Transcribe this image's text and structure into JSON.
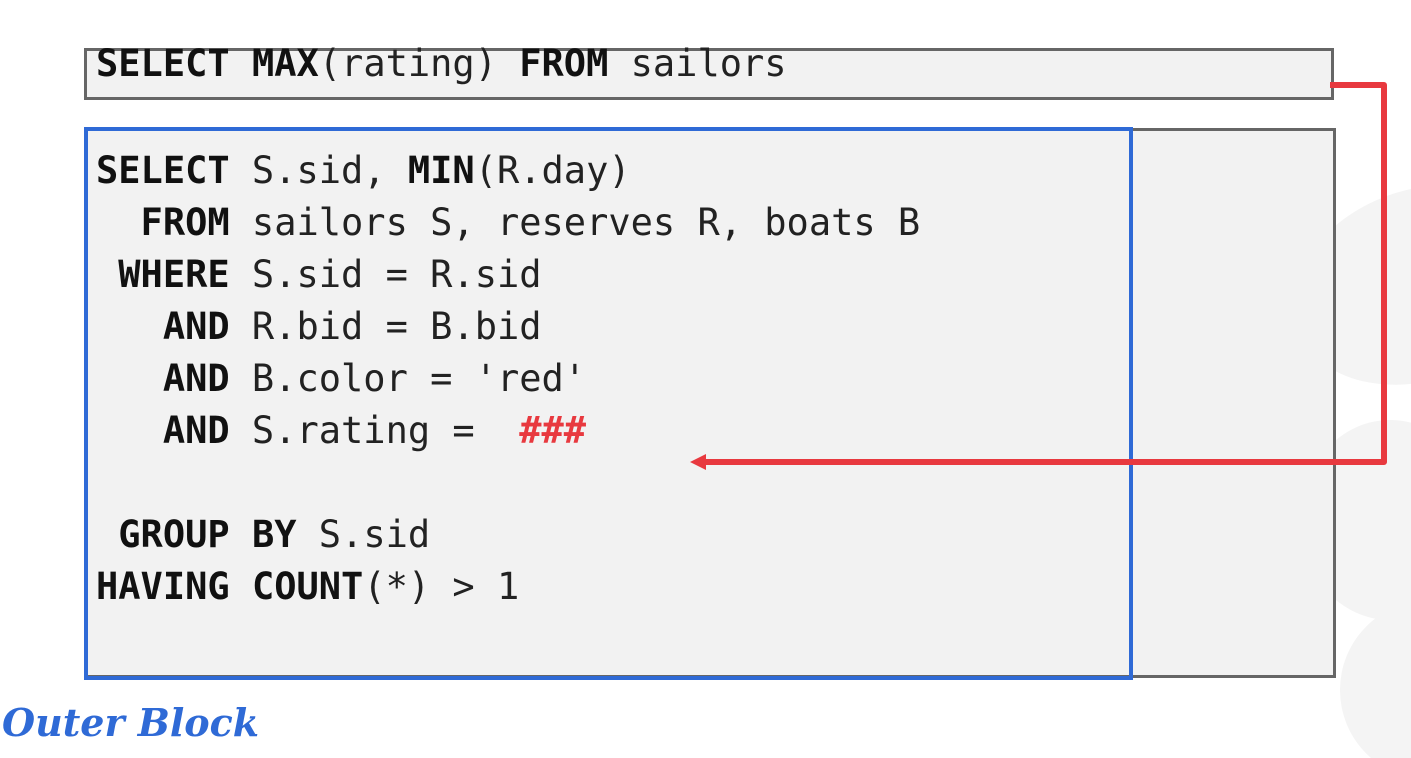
{
  "inner_query": {
    "tokens": [
      {
        "text": "SELECT",
        "kw": true
      },
      {
        "text": " ",
        "kw": false
      },
      {
        "text": "MAX",
        "kw": true
      },
      {
        "text": "(rating) ",
        "kw": false
      },
      {
        "text": "FROM",
        "kw": true
      },
      {
        "text": " sailors",
        "kw": false
      }
    ]
  },
  "outer_query": {
    "lines": [
      [
        {
          "text": "SELECT",
          "kw": true
        },
        {
          "text": " S.sid, ",
          "kw": false
        },
        {
          "text": "MIN",
          "kw": true
        },
        {
          "text": "(R.day)",
          "kw": false
        }
      ],
      [
        {
          "text": "  FROM",
          "kw": true
        },
        {
          "text": " sailors S, reserves R, boats B",
          "kw": false
        }
      ],
      [
        {
          "text": " WHERE",
          "kw": true
        },
        {
          "text": " S.sid = R.sid",
          "kw": false
        }
      ],
      [
        {
          "text": "   AND",
          "kw": true
        },
        {
          "text": " R.bid = B.bid",
          "kw": false
        }
      ],
      [
        {
          "text": "   AND",
          "kw": true
        },
        {
          "text": " B.color = 'red'",
          "kw": false
        }
      ],
      [
        {
          "text": "   AND",
          "kw": true
        },
        {
          "text": " S.rating =  ",
          "kw": false
        },
        {
          "text": "###",
          "kw": true,
          "placeholder": true
        }
      ],
      [
        {
          "text": "",
          "kw": false
        }
      ],
      [
        {
          "text": " GROUP",
          "kw": true
        },
        {
          "text": " ",
          "kw": false
        },
        {
          "text": "BY",
          "kw": true
        },
        {
          "text": " S.sid",
          "kw": false
        }
      ],
      [
        {
          "text": "HAVING",
          "kw": true
        },
        {
          "text": " ",
          "kw": false
        },
        {
          "text": "COUNT",
          "kw": true
        },
        {
          "text": "(*) > 1",
          "kw": false
        }
      ]
    ]
  },
  "caption": "Outer Block",
  "colors": {
    "outer_block_border": "#2f6ad6",
    "arrow": "#e8393f",
    "placeholder": "#e8393f",
    "box_fill": "#f2f2f2",
    "box_border": "#666666"
  }
}
